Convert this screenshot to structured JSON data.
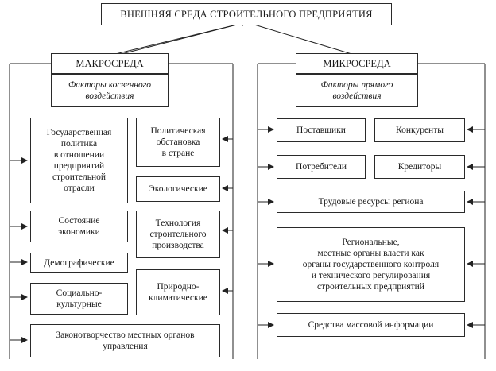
{
  "title": "ВНЕШНЯЯ СРЕДА СТРОИТЕЛЬНОГО ПРЕДПРИЯТИЯ",
  "macro": {
    "header": "МАКРОСРЕДА",
    "subtitle": "Факторы косвенного\nвоздействия",
    "left_items": [
      "Государственная\nполитика\nв отношении\nпредприятий\nстроительной\nотрасли",
      "Состояние\nэкономики",
      "Демографические",
      "Социально-\nкультурные"
    ],
    "right_items": [
      "Политическая\nобстановка\nв стране",
      "Экологические",
      "Технология\nстроительного\nпроизводства",
      "Природно-\nклиматические"
    ],
    "bottom": "Законотворчество местных органов\nуправления"
  },
  "micro": {
    "header": "МИКРОСРЕДА",
    "subtitle": "Факторы прямого\nвоздействия",
    "pairs": [
      [
        "Поставщики",
        "Конкуренты"
      ],
      [
        "Потребители",
        "Кредиторы"
      ]
    ],
    "labor": "Трудовые ресурсы региона",
    "regional": "Региональные,\nместные органы власти как\nорганы государственного контроля\nи технического регулирования\nстроительных предприятий",
    "media": "Средства массовой информации"
  }
}
